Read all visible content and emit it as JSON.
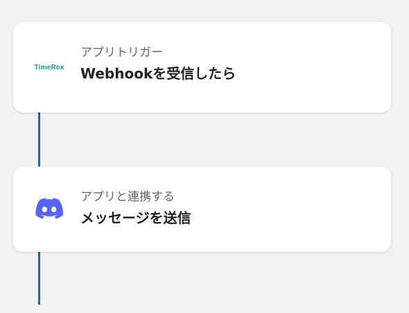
{
  "flow": {
    "steps": [
      {
        "icon": "timerex-logo",
        "logo_text": "TimeRex",
        "subtitle": "アプリトリガー",
        "title": "Webhookを受信したら",
        "brand_color": "#1f9b8a"
      },
      {
        "icon": "discord-icon",
        "subtitle": "アプリと連携する",
        "title": "メッセージを送信",
        "brand_color": "#5865f2"
      }
    ],
    "connector_color": "#1a6a8a"
  }
}
